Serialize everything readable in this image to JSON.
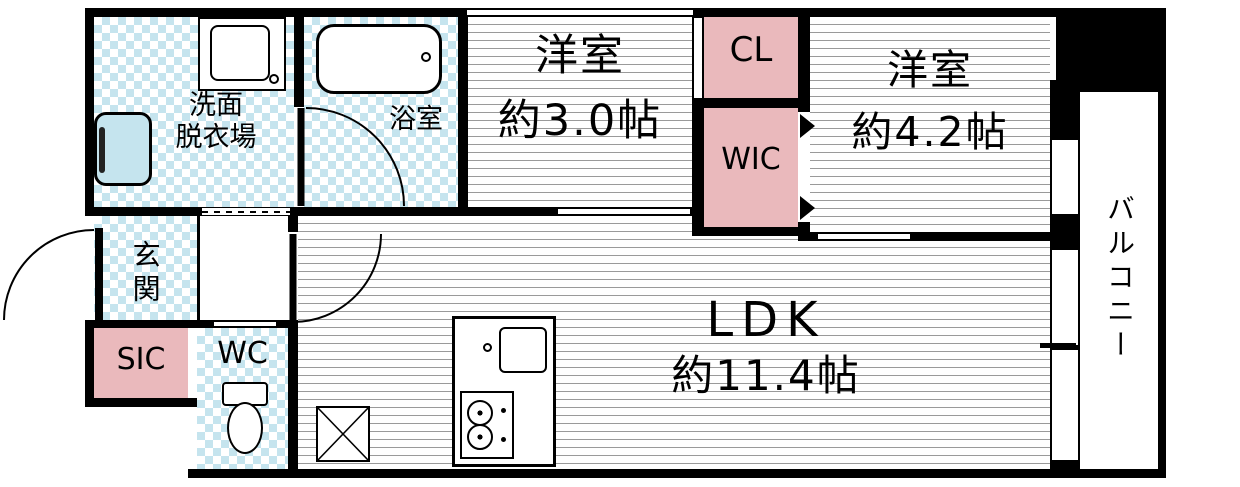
{
  "floorplan": {
    "rooms": {
      "laundry": {
        "line1": "洗面",
        "line2": "脱衣場"
      },
      "bath": {
        "label": "浴室"
      },
      "bedroom1": {
        "name": "洋室",
        "size": "約3.0帖"
      },
      "closet": {
        "label": "CL"
      },
      "wic": {
        "label": "WIC"
      },
      "bedroom2": {
        "name": "洋室",
        "size": "約4.2帖"
      },
      "balcony": {
        "label": "バルコニー"
      },
      "entrance": {
        "label": "玄関"
      },
      "sic": {
        "label": "SIC"
      },
      "toilet": {
        "label": "WC"
      },
      "ldk": {
        "name": "LDK",
        "size": "約11.4帖"
      }
    },
    "colors": {
      "wall": "#000000",
      "wet_area_tile": "#c5e4ee",
      "storage_pink": "#eab9bc",
      "floor_line": "#9a9a9a"
    }
  }
}
